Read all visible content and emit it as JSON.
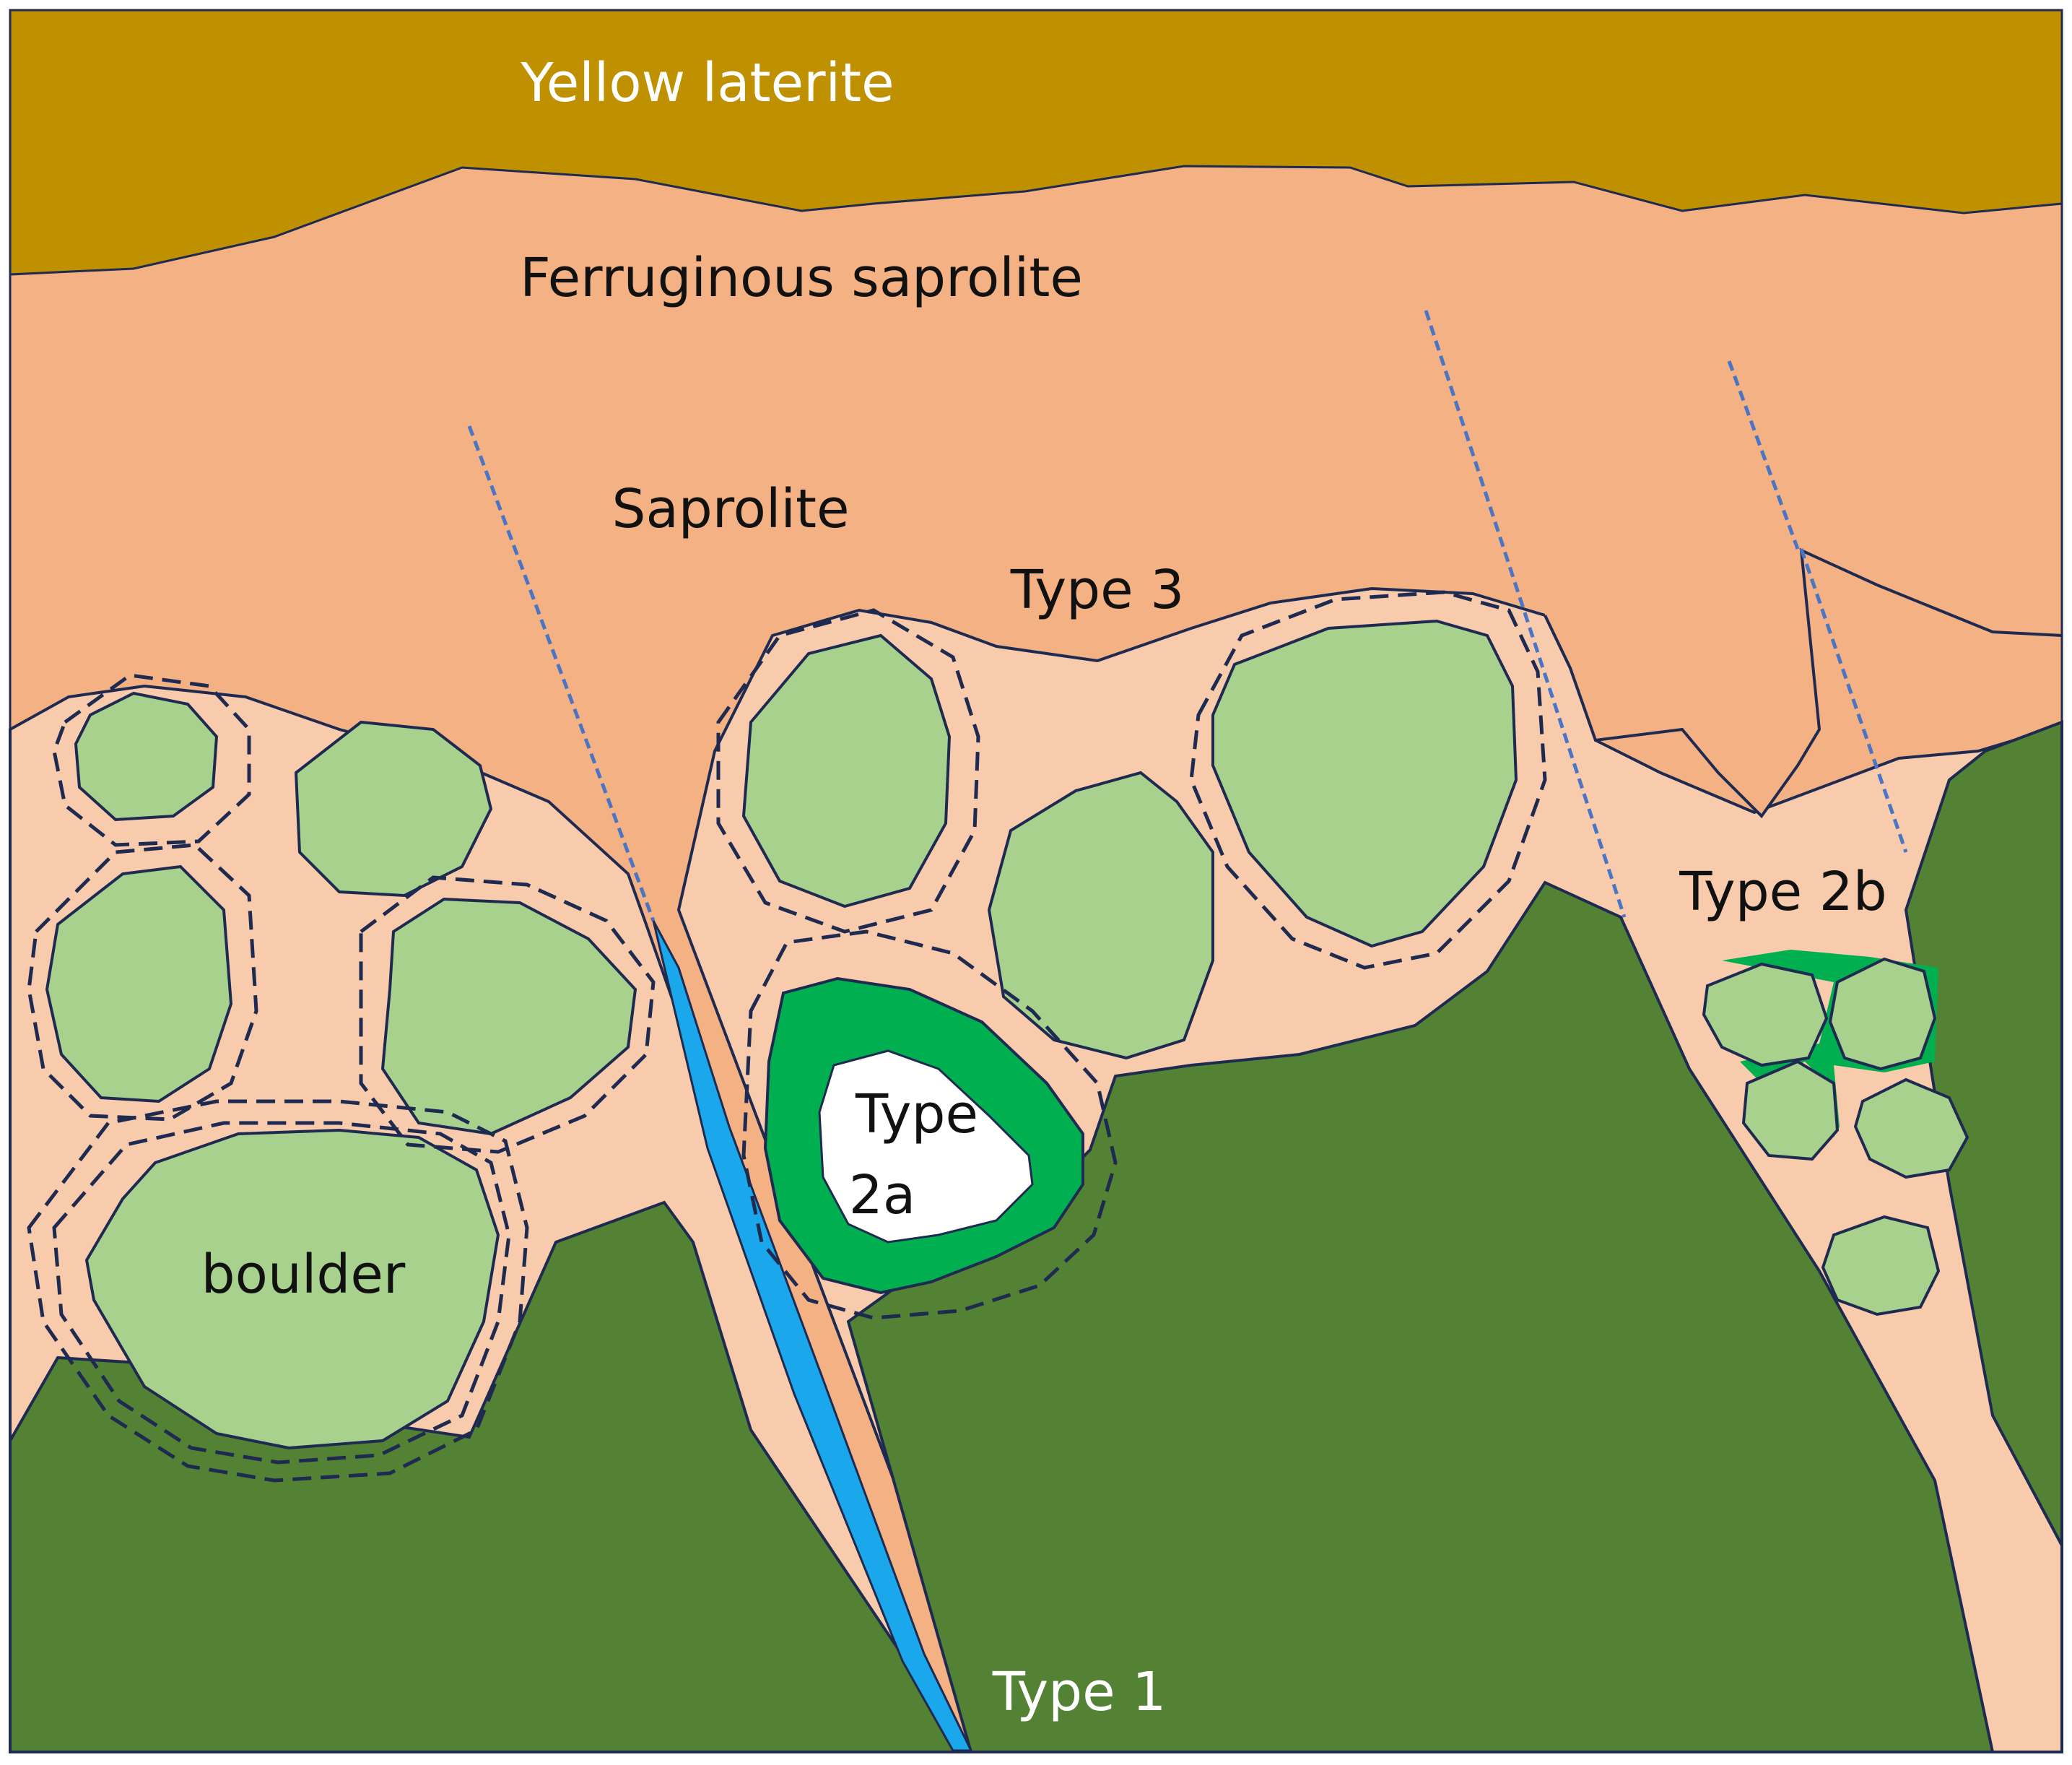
{
  "labels": {
    "yellow_laterite": "Yellow laterite",
    "ferruginous_saprolite": "Ferruginous saprolite",
    "saprolite": "Saprolite",
    "type_3": "Type 3",
    "type_2b": "Type 2b",
    "type_2a_line1": "Type",
    "type_2a_line2": "2a",
    "boulder": "boulder",
    "type_1": "Type 1"
  },
  "colors": {
    "yellow_laterite": "#bf9000",
    "ferruginous_saprolite": "#f4b183",
    "saprolite_pale": "#f8cbad",
    "bedrock": "#548235",
    "boulder": "#a9d18e",
    "vein_green": "#00b050",
    "vein_blue": "#1aa7ec",
    "outline": "#1f2a50",
    "fault_line": "#4a74c4"
  }
}
